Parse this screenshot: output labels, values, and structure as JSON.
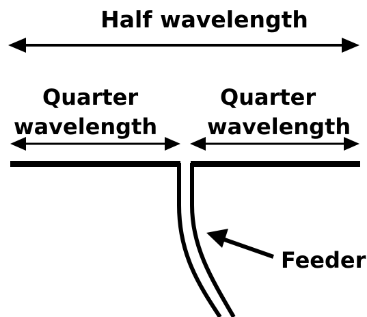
{
  "diagram": {
    "labels": {
      "half": "Half wavelength",
      "quarter_left_line1": "Quarter",
      "quarter_left_line2": "wavelength",
      "quarter_right_line1": "Quarter",
      "quarter_right_line2": "wavelength",
      "feeder": "Feeder"
    },
    "colors": {
      "ink": "#000000",
      "background": "#ffffff"
    }
  }
}
